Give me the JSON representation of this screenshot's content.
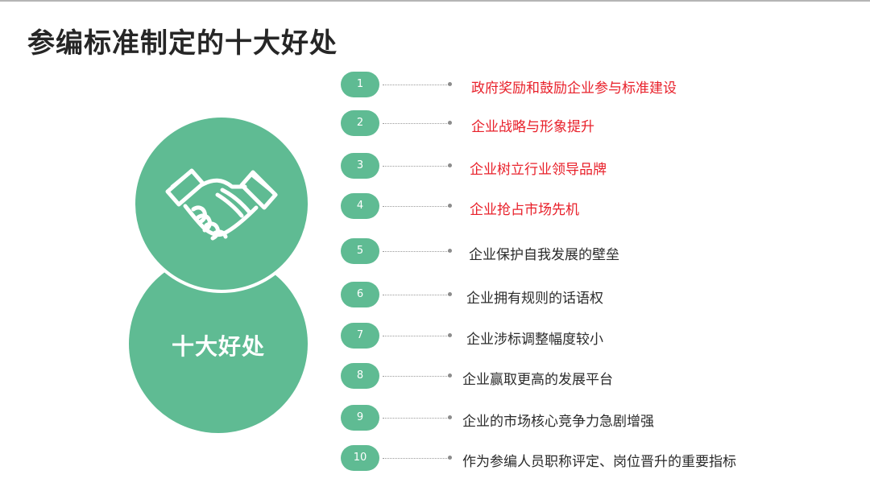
{
  "slide": {
    "title": "参编标准制定的十大好处",
    "center_label": "十大好处",
    "icons": {
      "handshake": "handshake-icon"
    },
    "colors": {
      "accent_green": "#5fbb93",
      "highlight_red": "#e8202a",
      "text_dark": "#2b2b2b"
    }
  },
  "benefits": [
    {
      "number": "1",
      "text": "政府奖励和鼓励企业参与标准建设",
      "highlighted": true
    },
    {
      "number": "2",
      "text": "企业战略与形象提升",
      "highlighted": true
    },
    {
      "number": "3",
      "text": "企业树立行业领导品牌",
      "highlighted": true
    },
    {
      "number": "4",
      "text": "企业抢占市场先机",
      "highlighted": true
    },
    {
      "number": "5",
      "text": "企业保护自我发展的壁垒",
      "highlighted": false
    },
    {
      "number": "6",
      "text": "企业拥有规则的话语权",
      "highlighted": false
    },
    {
      "number": "7",
      "text": "企业涉标调整幅度较小",
      "highlighted": false
    },
    {
      "number": "8",
      "text": "企业赢取更高的发展平台",
      "highlighted": false
    },
    {
      "number": "9",
      "text": "企业的市场核心竞争力急剧增强",
      "highlighted": false
    },
    {
      "number": "10",
      "text": "作为参编人员职称评定、岗位晋升的重要指标",
      "highlighted": false
    }
  ]
}
